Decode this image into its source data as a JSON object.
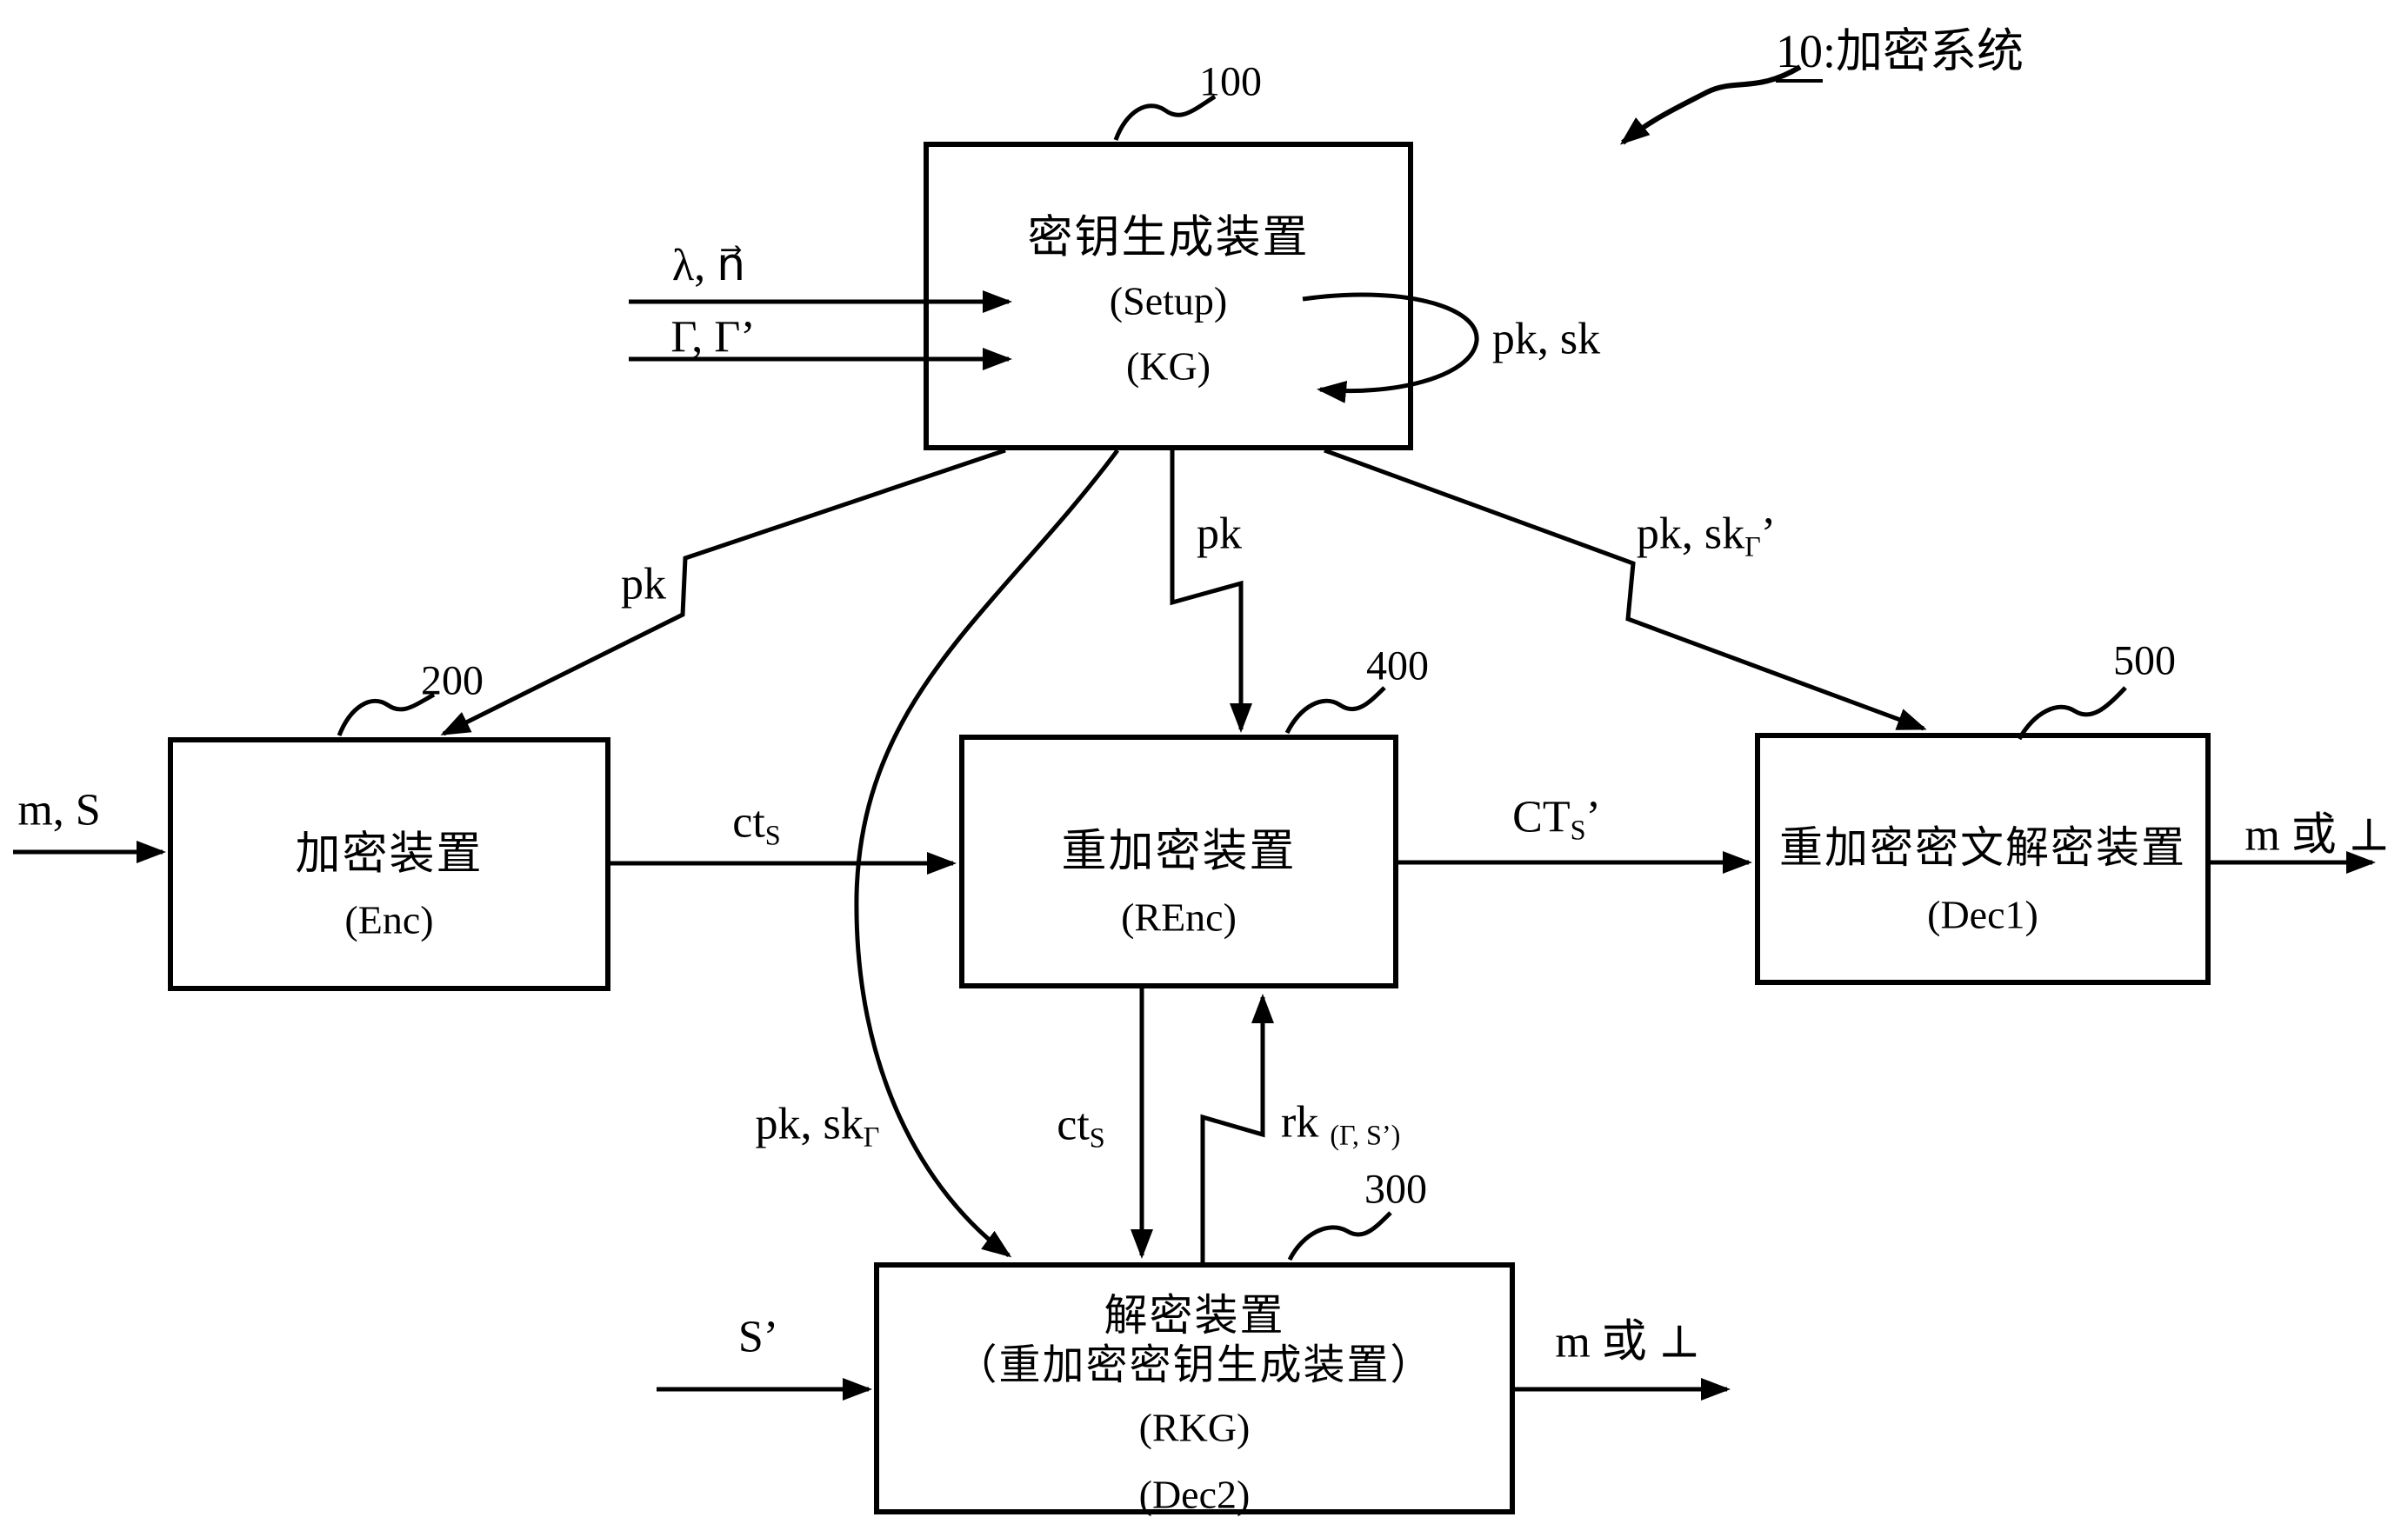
{
  "figure_title": {
    "num": "10",
    "rest": ":加密系统"
  },
  "boxes": {
    "keygen": {
      "ref": "100",
      "title": "密钥生成装置",
      "line2": "(Setup)",
      "line3": "(KG)"
    },
    "enc": {
      "ref": "200",
      "title": "加密装置",
      "line2": "(Enc)"
    },
    "renc": {
      "ref": "400",
      "title": "重加密装置",
      "line2": "(REnc)"
    },
    "dec1": {
      "ref": "500",
      "title": "重加密密文解密装置",
      "line2": "(Dec1)"
    },
    "dec2": {
      "ref": "300",
      "title": "解密装置",
      "line2": "（重加密密钥生成装置）",
      "line3": "(RKG)",
      "line4": "(Dec2)"
    }
  },
  "labels": {
    "lambda_n": "λ, n⃗",
    "gamma_gamma_prime": "Γ, Γ’",
    "pk_sk": "pk, sk",
    "pk_left": "pk",
    "pk_mid": "pk",
    "pk_sk_gamma_prime": {
      "base": "pk, sk",
      "sub": "Γ",
      "post": "’"
    },
    "pk_sk_gamma": {
      "base": "pk, sk",
      "sub": "Γ"
    },
    "ct_s_mid": {
      "base": "ct",
      "sub": "S"
    },
    "ct_s_low": {
      "base": "ct",
      "sub": "S"
    },
    "ct_s_cap": {
      "base": "CT",
      "sub": "S",
      "post": "’"
    },
    "rk": {
      "base": "rk ",
      "sub": "(Γ, S’)"
    },
    "m_s": "m, S",
    "s_prime": "S’",
    "out_dec2": "m 或 ⊥",
    "out_dec1": "m 或 ⊥"
  }
}
